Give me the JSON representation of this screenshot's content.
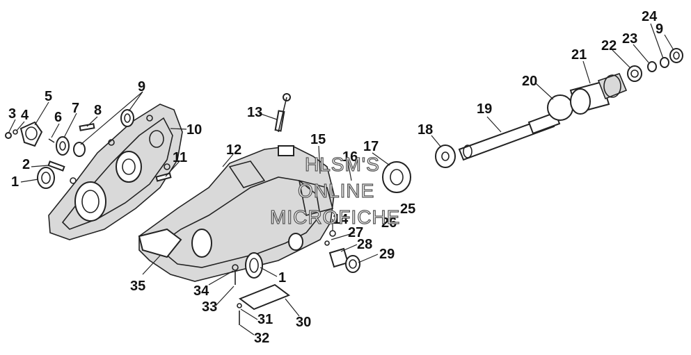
{
  "callouts": [
    "3",
    "4",
    "5",
    "6",
    "7",
    "8",
    "9",
    "10",
    "2",
    "1",
    "11",
    "12",
    "13",
    "15",
    "16",
    "17",
    "14",
    "25",
    "26",
    "27",
    "28",
    "29",
    "1",
    "34",
    "33",
    "30",
    "31",
    "32",
    "35",
    "18",
    "19",
    "20",
    "21",
    "22",
    "23",
    "24",
    "9"
  ],
  "watermark": {
    "line1": "HLSM'S",
    "line2": "ONLINE",
    "line3": "MICROFICHE"
  }
}
